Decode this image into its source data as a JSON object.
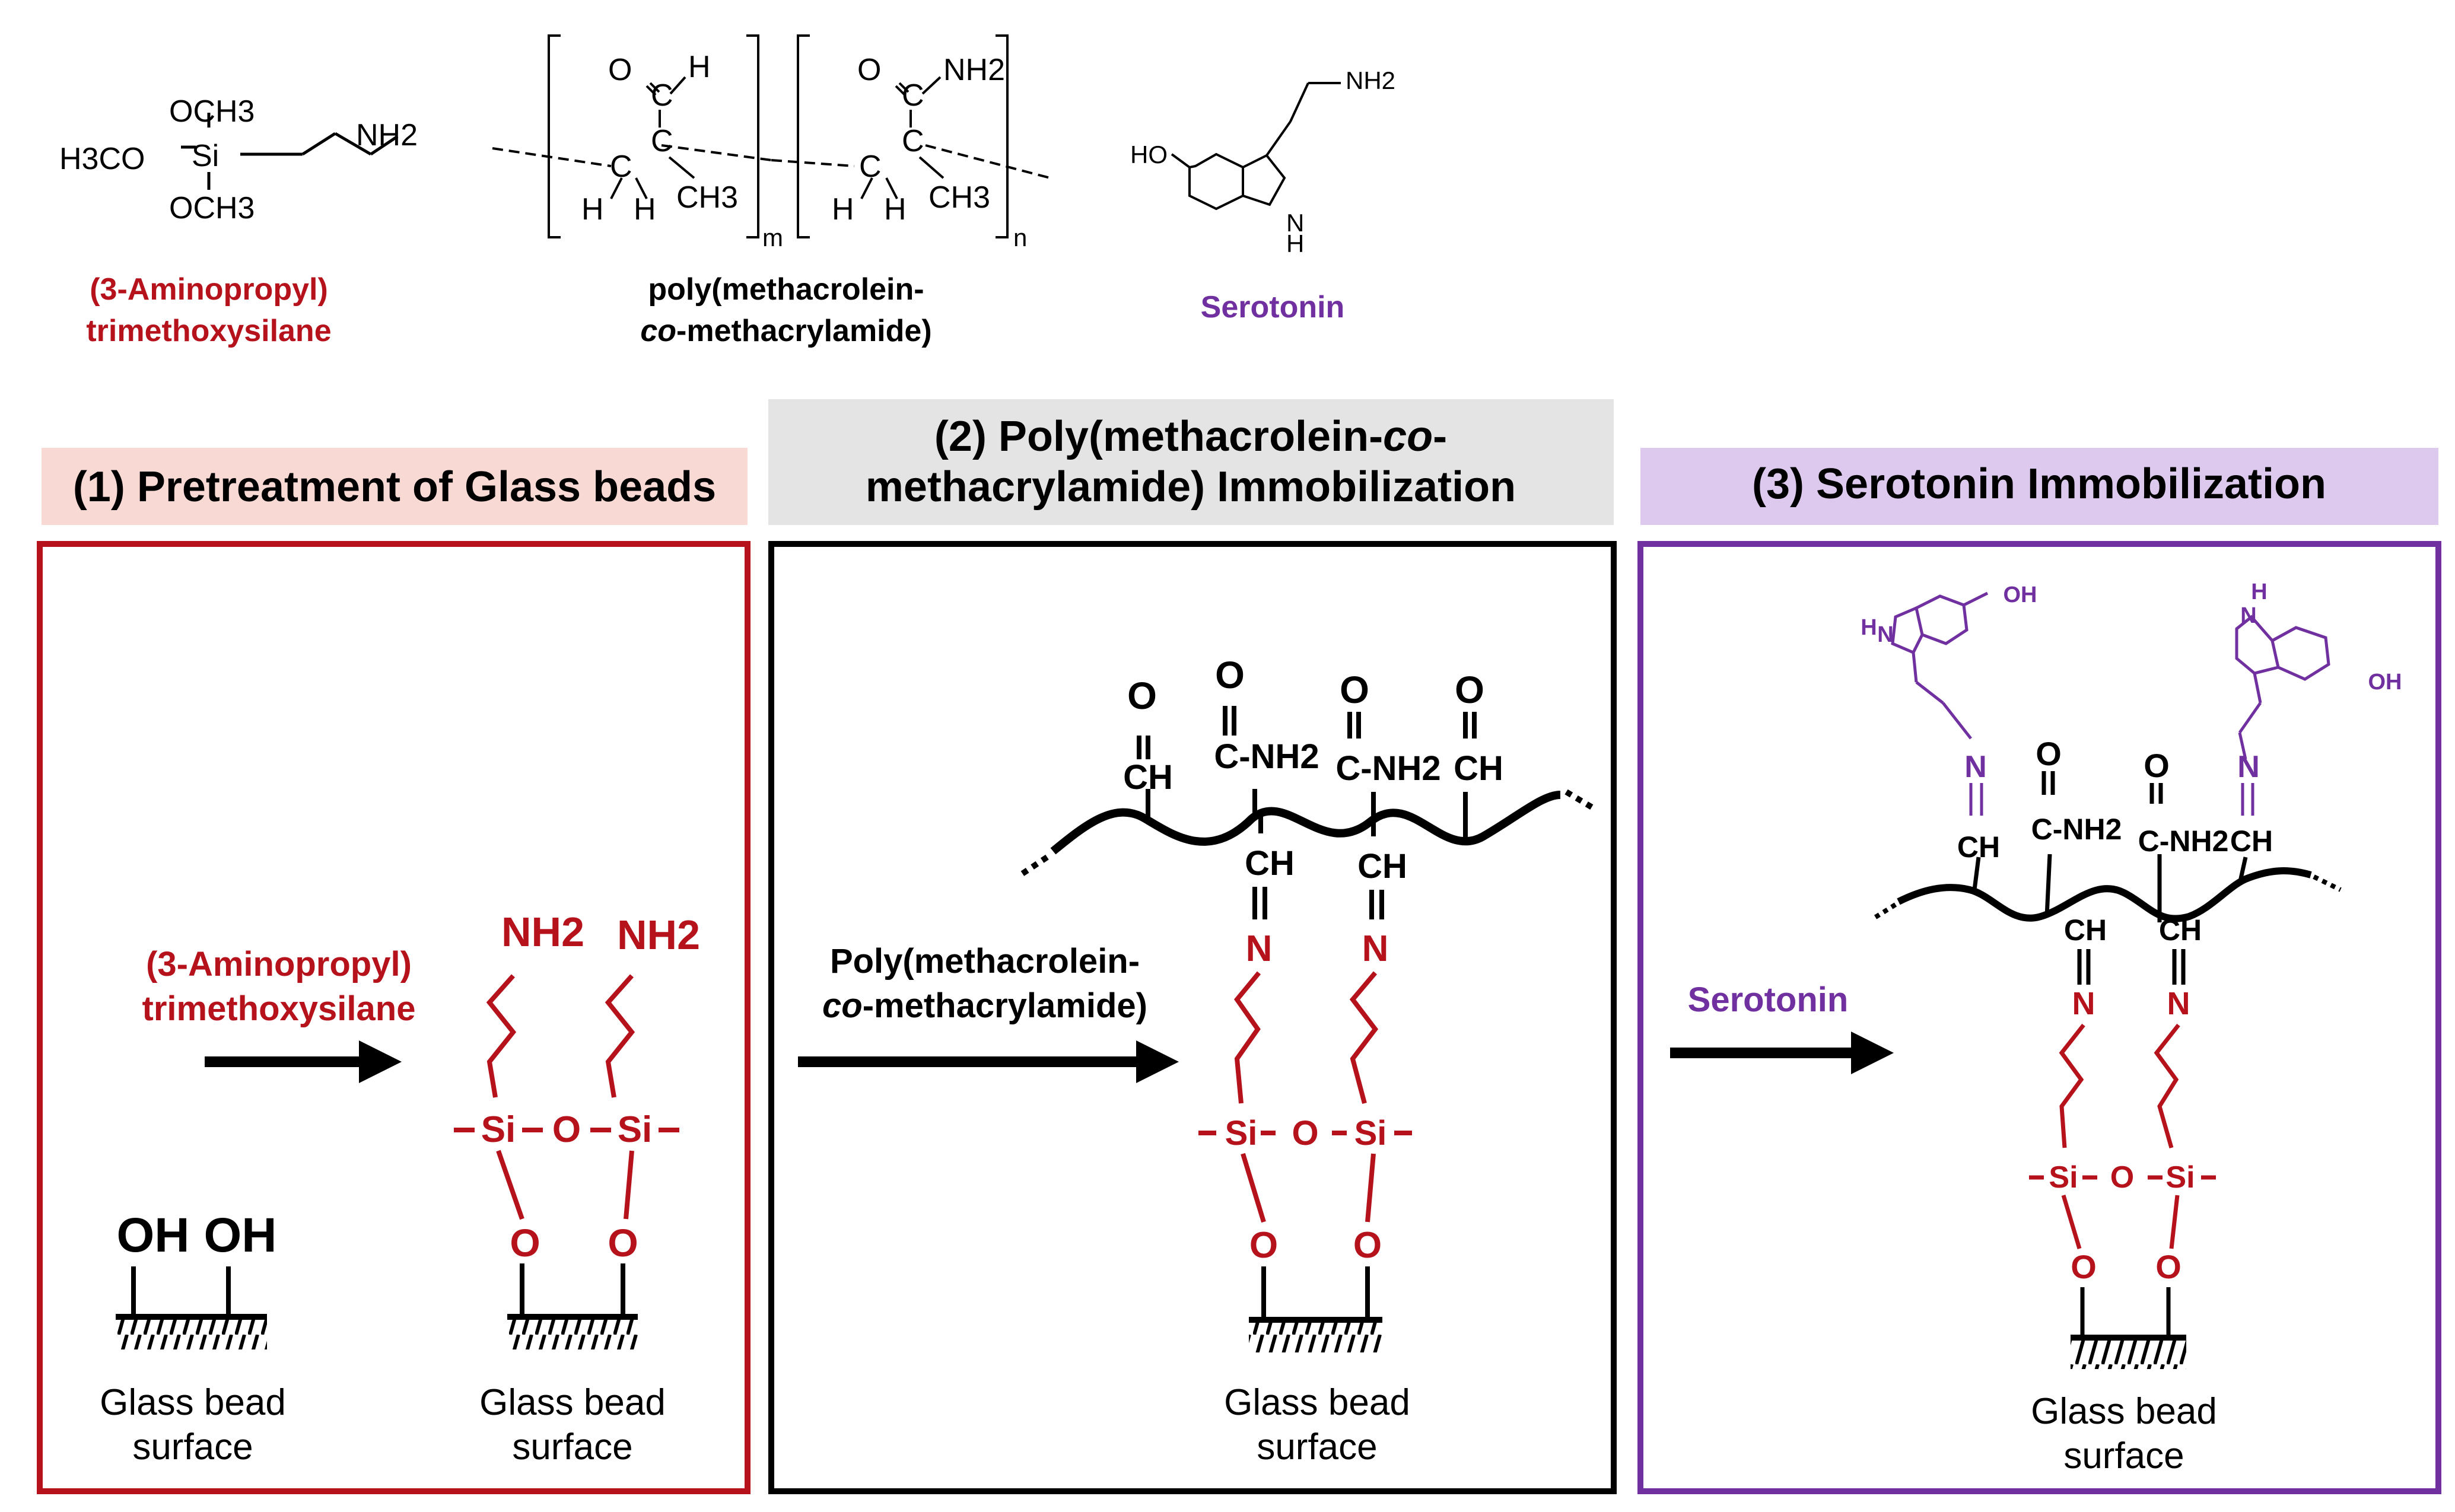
{
  "colors": {
    "red": "#b5121b",
    "purple": "#7030a0",
    "black": "#000000",
    "panel1_header_bg": "#f9d9d4",
    "panel2_header_bg": "#e4e4e4",
    "panel3_header_bg": "#ddc9ee"
  },
  "reagents": {
    "aptms": {
      "name_line1": "(3-Aminopropyl)",
      "name_line2": "trimethoxysilane",
      "atoms": {
        "och3_top": "OCH3",
        "h3co": "H3CO",
        "si": "Si",
        "och3_bottom": "OCH3",
        "nh2": "NH2"
      }
    },
    "polymer": {
      "name_line1": "poly(methacrolein-",
      "name_line2_italic": "co",
      "name_line2_rest": "-methacrylamide)",
      "atoms": {
        "o1": "O",
        "c1": "C",
        "h1": "H",
        "c2": "C",
        "c3": "C",
        "h2": "H",
        "h3": "H",
        "ch3_1": "CH3",
        "m": "m",
        "o2": "O",
        "c4": "C",
        "nh2": "NH2",
        "c5": "C",
        "c6": "C",
        "h4": "H",
        "h5": "H",
        "ch3_2": "CH3",
        "n": "n"
      }
    },
    "serotonin": {
      "name": "Serotonin",
      "atoms": {
        "ho": "HO",
        "nh2": "NH2",
        "nh_n": "N",
        "nh_h": "H"
      }
    }
  },
  "panels": [
    {
      "title": "(1) Pretreatment of Glass beads",
      "arrow_label_line1": "(3-Aminopropyl)",
      "arrow_label_line2": "trimethoxysilane",
      "oh1": "OH",
      "oh2": "OH",
      "surface_left_line1": "Glass bead",
      "surface_left_line2": "surface",
      "nh2_1": "NH2",
      "nh2_2": "NH2",
      "si1": "Si",
      "o_bridge": "O",
      "si2": "Si",
      "o_left": "O",
      "o_right": "O",
      "surface_right_line1": "Glass bead",
      "surface_right_line2": "surface"
    },
    {
      "title_line1_a": "(2) Poly(methacrolein-",
      "title_line1_italic": "co",
      "title_line1_b": "-",
      "title_line2": "methacrylamide) Immobilization",
      "arrow_label_line1": "Poly(methacrolein-",
      "arrow_label_line2_italic": "co",
      "arrow_label_line2_rest": "-methacrylamide)",
      "top": [
        {
          "o": "O",
          "group": "CH"
        },
        {
          "o": "O",
          "group": "C-NH2"
        },
        {
          "o": "O",
          "group": "C-NH2"
        },
        {
          "o": "O",
          "group": "CH"
        }
      ],
      "imine": [
        {
          "ch": "CH",
          "n": "N"
        },
        {
          "ch": "CH",
          "n": "N"
        }
      ],
      "si1": "Si",
      "o_bridge": "O",
      "si2": "Si",
      "o_left": "O",
      "o_right": "O",
      "surface_line1": "Glass bead",
      "surface_line2": "surface"
    },
    {
      "title": "(3) Serotonin Immobilization",
      "arrow_label": "Serotonin",
      "ser_left": {
        "nh": "N",
        "h": "H",
        "oh": "OH",
        "n": "N",
        "ch": "CH"
      },
      "ser_right": {
        "nh_h": "H",
        "nh_n": "N",
        "oh": "OH",
        "n": "N",
        "ch": "CH"
      },
      "top": [
        {
          "o": "O",
          "group": "C-NH2"
        },
        {
          "o": "O",
          "group": "C-NH2"
        }
      ],
      "imine": [
        {
          "ch": "CH",
          "n": "N"
        },
        {
          "ch": "CH",
          "n": "N"
        }
      ],
      "si1": "Si",
      "o_bridge": "O",
      "si2": "Si",
      "o_left": "O",
      "o_right": "O",
      "surface_line1": "Glass bead",
      "surface_line2": "surface"
    }
  ]
}
